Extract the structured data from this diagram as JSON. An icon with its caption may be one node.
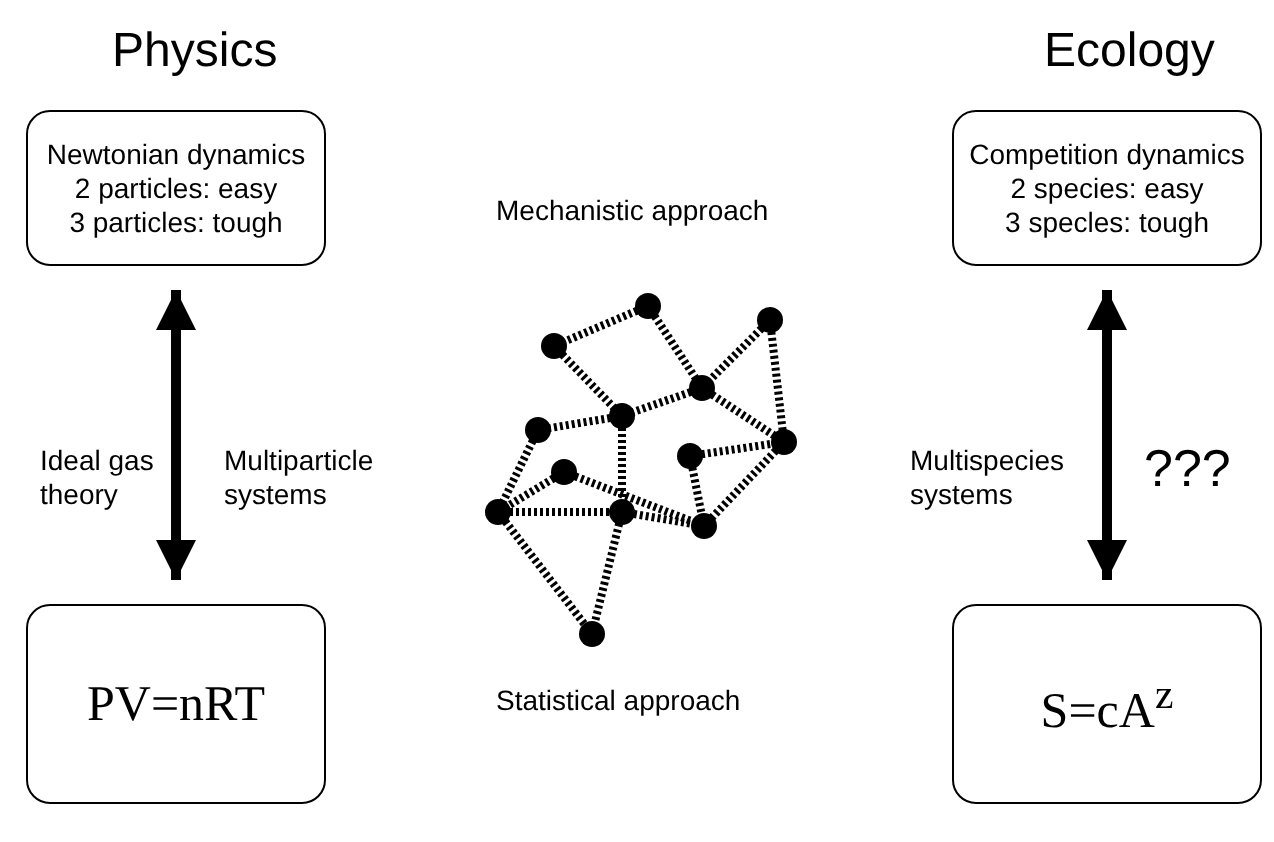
{
  "diagram": {
    "nodes": [
      {
        "text": [
          "Newtonian dynamics",
          "2 particles: easy",
          "3 particles: tough"
        ]
      },
      {
        "text": [
          "PV=nRT"
        ]
      },
      {
        "text": [
          "Competition dynamics",
          "2 species: easy",
          "3 specles: tough"
        ]
      },
      {
        "text": [
          "S=cA$^{z}$"
        ]
      }
    ],
    "edges": [
      {
        "from": 0,
        "to": 1,
        "arrow": "both"
      },
      {
        "from": 2,
        "to": 3,
        "arrow": "both"
      }
    ],
    "labels": [
      "Physics",
      "Ecology",
      "Mechanistic approach",
      "Ideal gas theory",
      "Multiparticle systems",
      "Multispecies systems",
      "???",
      "Statistical approach"
    ]
  }
}
